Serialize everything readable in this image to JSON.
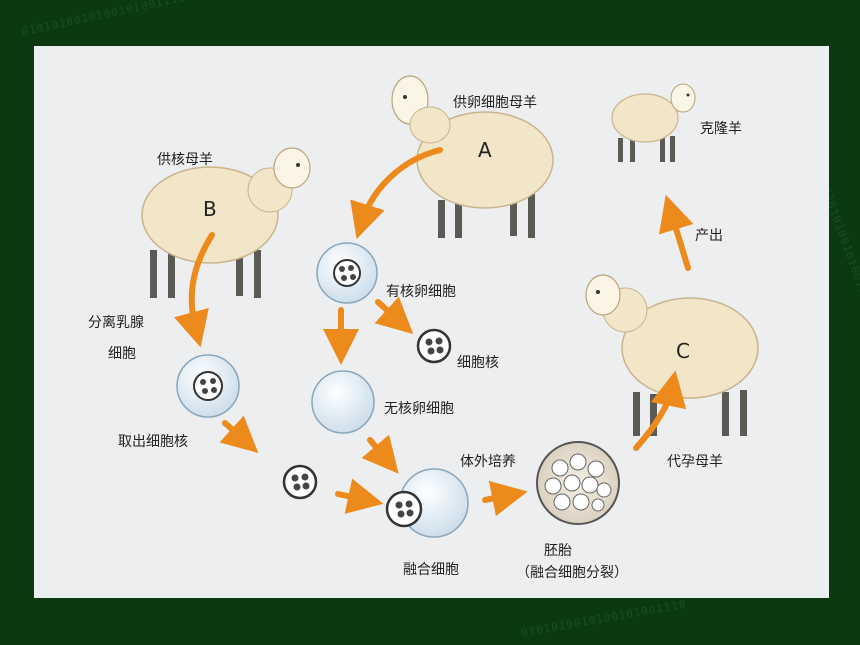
{
  "background": {
    "outer_color": "#0b3a12",
    "panel_color": "#eceef0",
    "binary_text": "0101010010100101001110"
  },
  "colors": {
    "arrow_orange": "#ec8a1c",
    "cell_fill": "#dde9f2",
    "cell_edge": "#8aa6bb",
    "sheep_wool": "#efdcb6",
    "text": "#222222"
  },
  "labels": {
    "donor_egg_ewe": "供卵细胞母羊",
    "donor_nucleus_ewe": "供核母羊",
    "cloned_sheep": "克隆羊",
    "birth": "产出",
    "separate_mammary": "分离乳腺",
    "separate_mammary_2": "细胞",
    "nucleated_egg": "有核卵细胞",
    "nucleus": "细胞核",
    "enucleated_egg": "无核卵细胞",
    "extract_nucleus": "取出细胞核",
    "in_vitro_culture": "体外培养",
    "surrogate_ewe": "代孕母羊",
    "fused_cell": "融合细胞",
    "embryo": "胚胎",
    "embryo_note": "（融合细胞分裂）",
    "letter_a": "A",
    "letter_b": "B",
    "letter_c": "C"
  }
}
